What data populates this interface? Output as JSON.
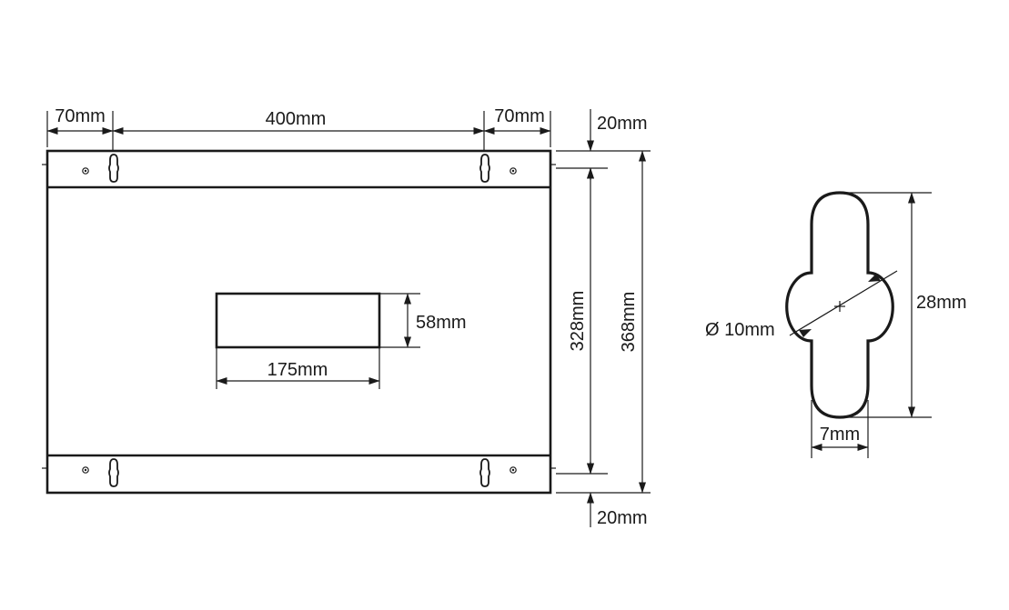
{
  "panel_dimensions": {
    "left_margin": "70mm",
    "center_width": "400mm",
    "right_margin": "70mm",
    "top_offset": "20mm",
    "bottom_offset": "20mm",
    "inner_height": "328mm",
    "total_height": "368mm",
    "cutout_width": "175mm",
    "cutout_height": "58mm"
  },
  "keyhole_detail": {
    "diameter": "Ø 10mm",
    "length": "28mm",
    "width": "7mm"
  }
}
